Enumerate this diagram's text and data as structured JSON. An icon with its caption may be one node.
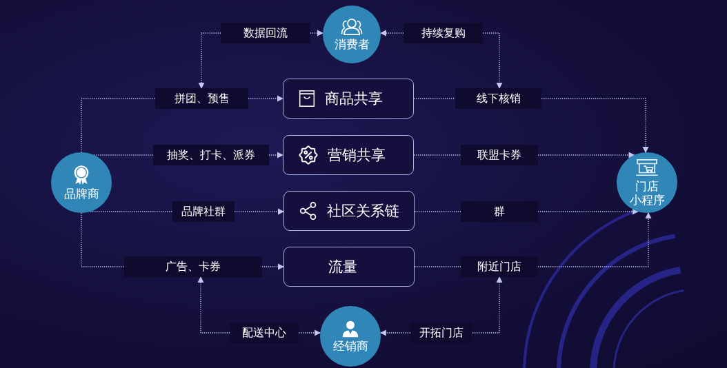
{
  "diagram": {
    "nodes": [
      {
        "text": [
          "消费者"
        ]
      },
      {
        "text": [
          "品牌商"
        ]
      },
      {
        "text": [
          "门店小程序"
        ]
      },
      {
        "text": [
          "经销商"
        ]
      },
      {
        "text": [
          "商品共享"
        ]
      },
      {
        "text": [
          "营销共享"
        ]
      },
      {
        "text": [
          "社区关系链"
        ]
      },
      {
        "text": [
          "流量"
        ]
      },
      {
        "text": [
          "数据回流"
        ]
      },
      {
        "text": [
          "持续复购"
        ]
      },
      {
        "text": [
          "拼团、预售"
        ]
      },
      {
        "text": [
          "线下核销"
        ]
      },
      {
        "text": [
          "抽奖、打卡、派券"
        ]
      },
      {
        "text": [
          "联盟卡券"
        ]
      },
      {
        "text": [
          "品牌社群"
        ]
      },
      {
        "text": [
          "群"
        ]
      },
      {
        "text": [
          "广告、卡券"
        ]
      },
      {
        "text": [
          "附近门店"
        ]
      },
      {
        "text": [
          "配送中心"
        ]
      },
      {
        "text": [
          "开拓门店"
        ]
      }
    ],
    "edges": [
      {
        "from": 8,
        "to": 0,
        "arrow": "to"
      },
      {
        "from": 8,
        "to": 10,
        "arrow": "to"
      },
      {
        "from": 9,
        "to": 0,
        "arrow": "to"
      },
      {
        "from": 9,
        "to": 11,
        "arrow": "to"
      },
      {
        "from": 1,
        "to": 10,
        "arrow": "none"
      },
      {
        "from": 10,
        "to": 4,
        "arrow": "to"
      },
      {
        "from": 4,
        "to": 11,
        "arrow": "none"
      },
      {
        "from": 11,
        "to": 2,
        "arrow": "to"
      },
      {
        "from": 1,
        "to": 12,
        "arrow": "none"
      },
      {
        "from": 12,
        "to": 5,
        "arrow": "to"
      },
      {
        "from": 5,
        "to": 13,
        "arrow": "none"
      },
      {
        "from": 13,
        "to": 2,
        "arrow": "to"
      },
      {
        "from": 1,
        "to": 14,
        "arrow": "none"
      },
      {
        "from": 14,
        "to": 6,
        "arrow": "to"
      },
      {
        "from": 6,
        "to": 15,
        "arrow": "none"
      },
      {
        "from": 15,
        "to": 2,
        "arrow": "to"
      },
      {
        "from": 1,
        "to": 16,
        "arrow": "none"
      },
      {
        "from": 16,
        "to": 7,
        "arrow": "to"
      },
      {
        "from": 7,
        "to": 17,
        "arrow": "none"
      },
      {
        "from": 17,
        "to": 2,
        "arrow": "to"
      },
      {
        "from": 18,
        "to": 16,
        "arrow": "to"
      },
      {
        "from": 18,
        "to": 3,
        "arrow": "to"
      },
      {
        "from": 19,
        "to": 3,
        "arrow": "to"
      },
      {
        "from": 19,
        "to": 17,
        "arrow": "to"
      }
    ]
  }
}
